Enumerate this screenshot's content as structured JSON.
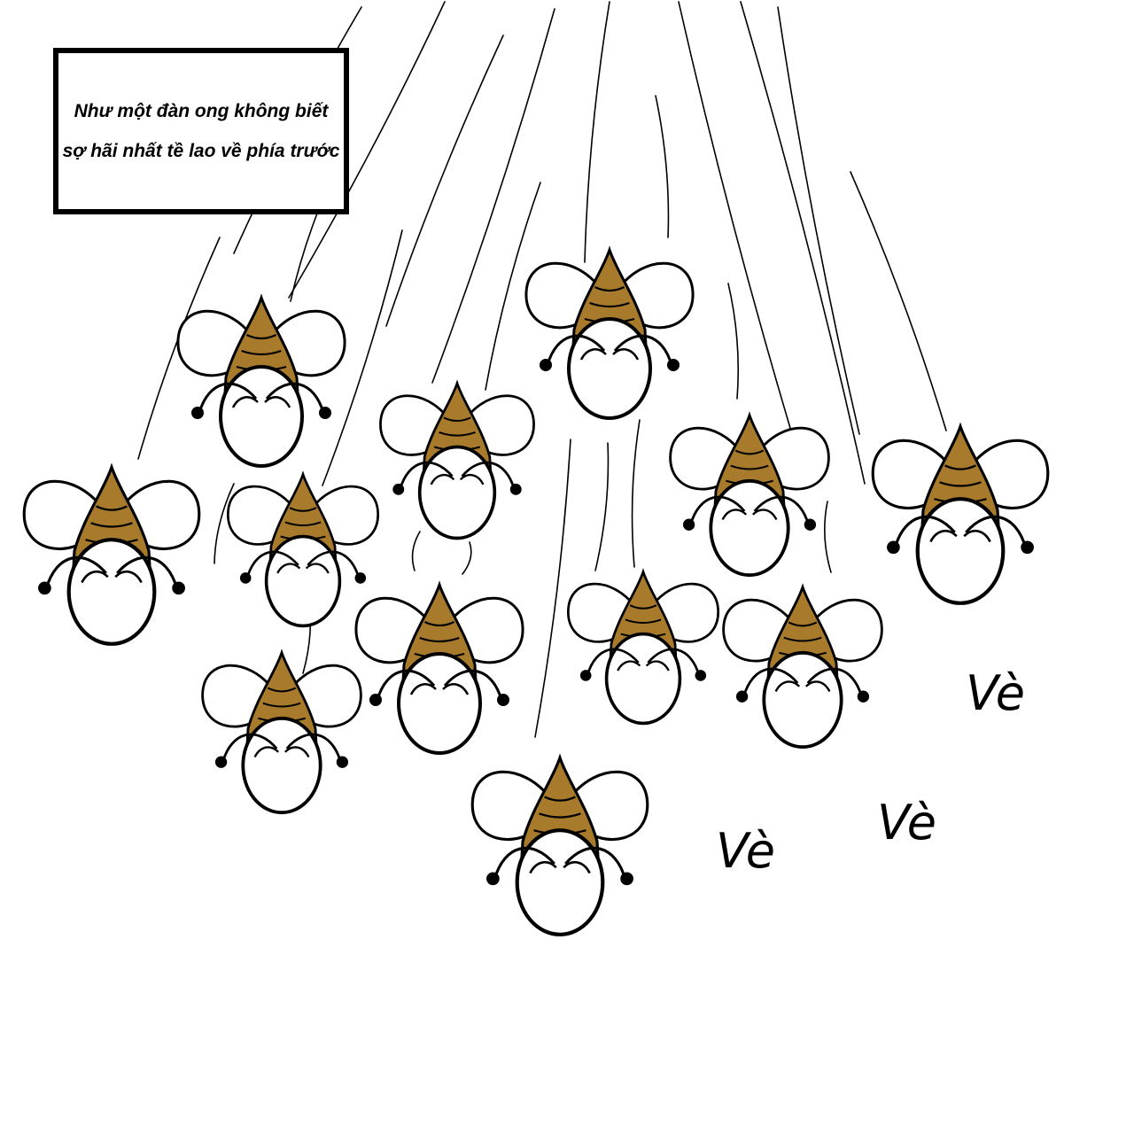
{
  "caption": {
    "text": "Như một đàn ong không biết sợ hãi nhất tề lao về phía trước"
  },
  "sound_effects": [
    "Vè",
    "Vè",
    "Vè"
  ],
  "colors": {
    "bee_body": "#a87a2c",
    "outline": "#000000",
    "background": "#ffffff"
  }
}
